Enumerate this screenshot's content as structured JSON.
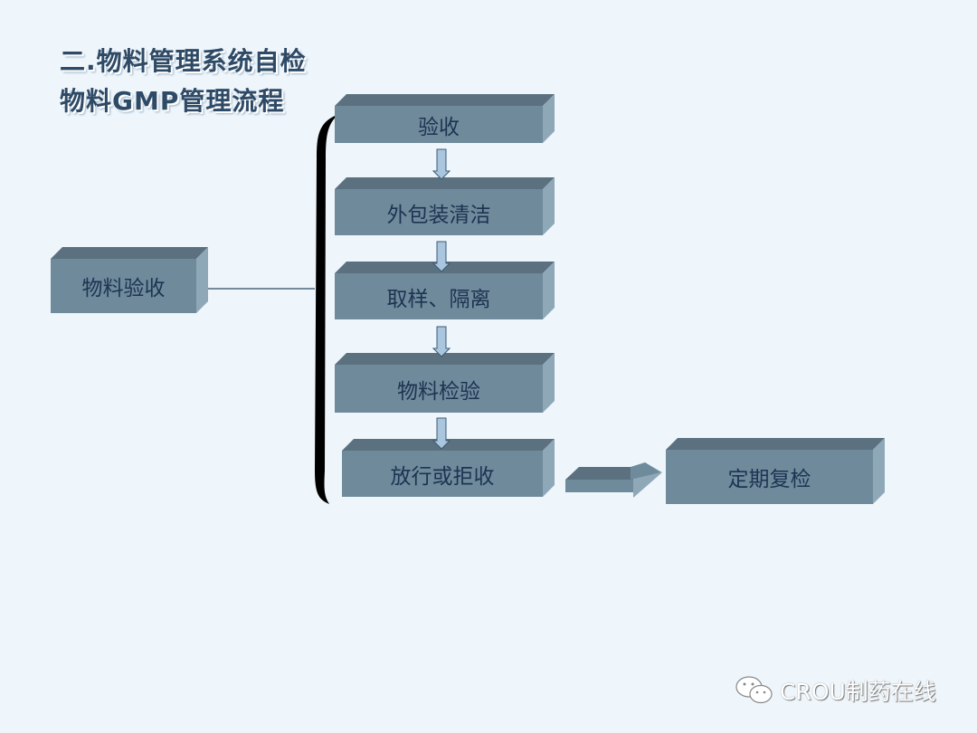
{
  "title": {
    "line1": "二.物料管理系统自检",
    "line2": "物料GMP管理流程"
  },
  "source_box": {
    "label": "物料验收"
  },
  "steps": [
    {
      "label": "验收"
    },
    {
      "label": "外包装清洁"
    },
    {
      "label": "取样、隔离"
    },
    {
      "label": "物料检验"
    },
    {
      "label": "放行或拒收"
    }
  ],
  "result_box": {
    "label": "定期复检"
  },
  "watermark": {
    "icon": "wechat-icon",
    "text": "CROU制药在线"
  },
  "colors": {
    "box_front": "#6f8a9b",
    "box_top": "#5b717f",
    "box_side": "#8ea8b8",
    "arrow": "#a9c6de",
    "text": "#1d3452",
    "background": "#eef6fc"
  }
}
